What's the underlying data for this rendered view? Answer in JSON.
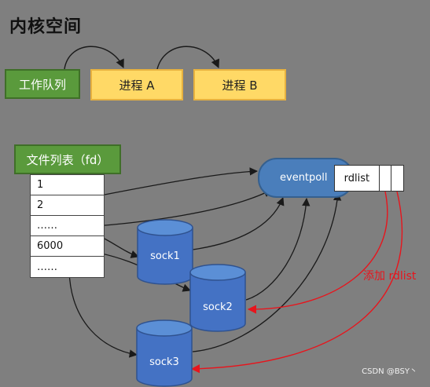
{
  "title": "内核空间",
  "work_queue": {
    "label": "工作队列",
    "processes": [
      "进程 A",
      "进程 B"
    ]
  },
  "fd_table": {
    "label": "文件列表（fd）",
    "rows": [
      "1",
      "2",
      "……",
      "6000",
      "……"
    ]
  },
  "eventpoll": {
    "label": "eventpoll",
    "rdlist_label": "rdlist"
  },
  "sockets": [
    "sock1",
    "sock2",
    "sock3"
  ],
  "annotation": "添加 rdlist",
  "watermark": "CSDN @BSY丶",
  "colors": {
    "background": "#7f7f7f",
    "green_box": "#5a9a3c",
    "yellow_box": "#ffd966",
    "blue_shape": "#4a7ebb",
    "red_arrow": "#e8141c",
    "black_arrow": "#1a1a1a"
  }
}
